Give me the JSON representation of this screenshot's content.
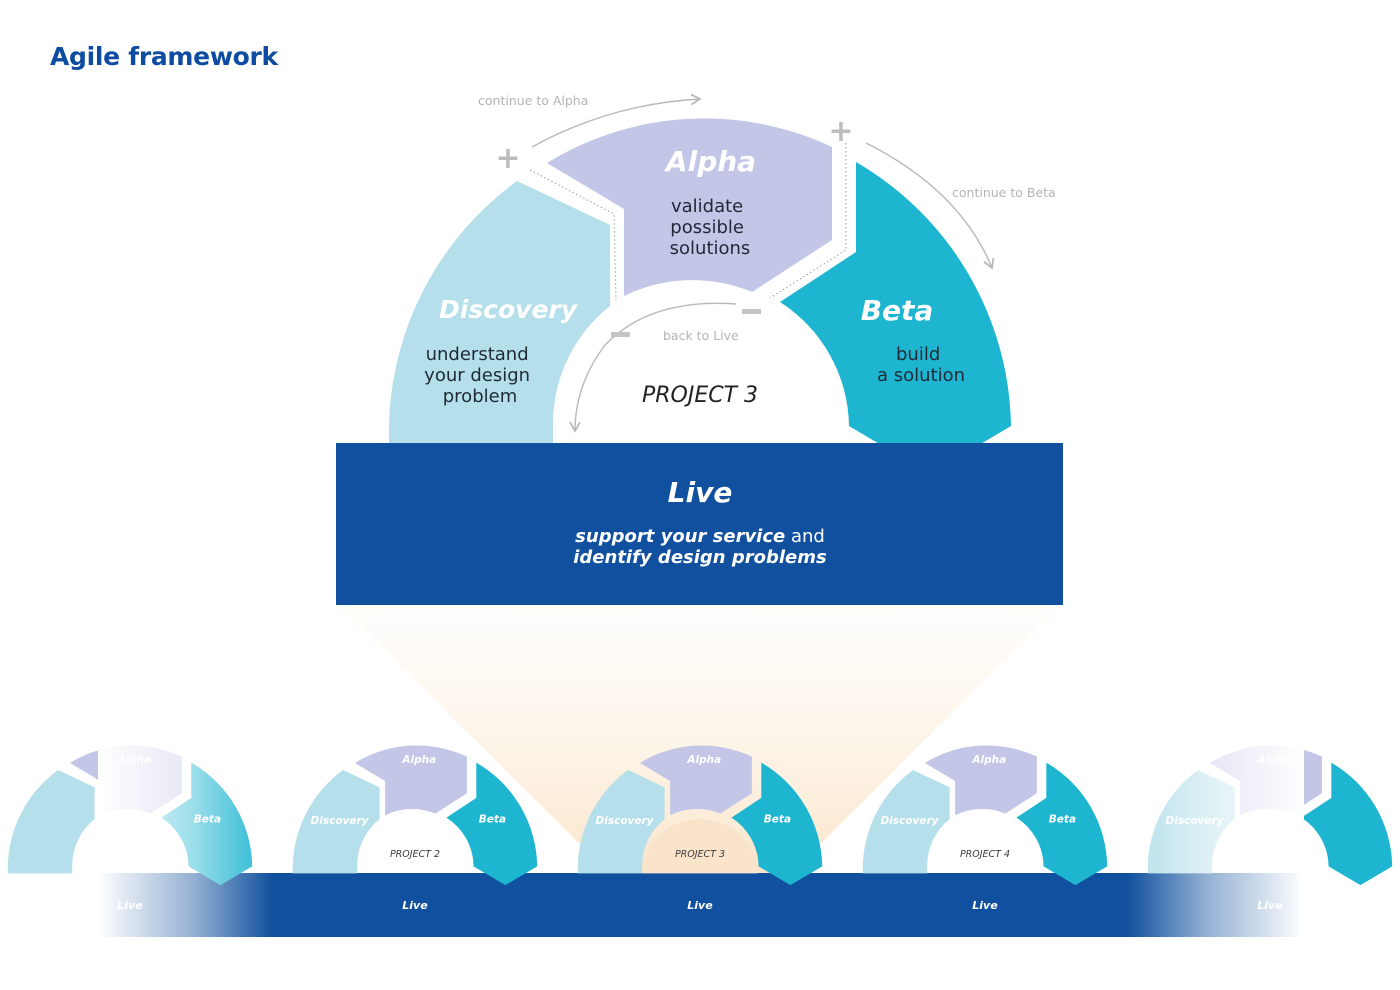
{
  "title": "Agile framework",
  "colors": {
    "discovery": "#b5dfea",
    "alpha": "#c3c6e6",
    "beta": "#1eb5d1",
    "live": "#10509e",
    "accent_title": "#0d4ca0",
    "connector": "#b8b8b8"
  },
  "main": {
    "alpha": {
      "label": "Alpha",
      "lines": [
        "validate",
        "possible",
        "solutions"
      ]
    },
    "discovery": {
      "label": "Discovery",
      "lines": [
        "understand",
        "your design",
        "problem"
      ]
    },
    "beta": {
      "label": "Beta",
      "lines": [
        "build",
        "a solution"
      ]
    },
    "project": "PROJECT 3",
    "live": {
      "label": "Live",
      "line1_em": "support your service",
      "line1_rest": " and",
      "line2_em": "identify design problems"
    },
    "annotations": {
      "continue_alpha": "continue to Alpha",
      "continue_beta": "continue to Beta",
      "back_live": "back to Live",
      "plus": "+",
      "minus": "−"
    }
  },
  "strip": {
    "live_label": "Live",
    "items": [
      {
        "discovery": "",
        "alpha": "Alpha",
        "beta": "Beta",
        "project": "",
        "live": "Live"
      },
      {
        "discovery": "Discovery",
        "alpha": "Alpha",
        "beta": "Beta",
        "project": "PROJECT 2",
        "live": "Live"
      },
      {
        "discovery": "Discovery",
        "alpha": "Alpha",
        "beta": "Beta",
        "project": "PROJECT 3",
        "live": "Live"
      },
      {
        "discovery": "Discovery",
        "alpha": "Alpha",
        "beta": "Beta",
        "project": "PROJECT 4",
        "live": "Live"
      },
      {
        "discovery": "Discovery",
        "alpha": "Alpha",
        "beta": "",
        "project": "",
        "live": "Live"
      }
    ]
  }
}
